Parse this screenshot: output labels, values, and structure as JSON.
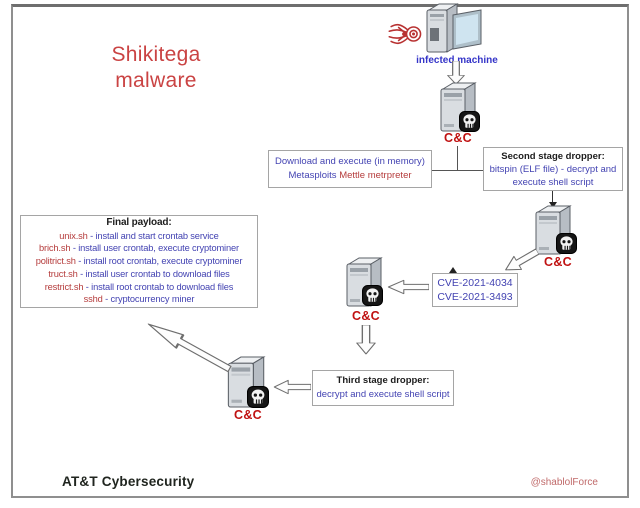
{
  "title": {
    "line1": "Shikitega",
    "line2": "malware"
  },
  "labels": {
    "infected_machine": "infected machine",
    "cc": "C&C"
  },
  "boxes": {
    "download": {
      "line1": "Download and execute (in memory)",
      "line2_blue": "Metasploits",
      "line2_red": "Mettle metrpreter"
    },
    "second_stage": {
      "title": "Second stage dropper:",
      "line2": "bitspin (ELF file) - decrypt and",
      "line3": "execute shell script"
    },
    "cve": {
      "line1": "CVE-2021-4034",
      "line2": "CVE-2021-3493"
    },
    "third_stage": {
      "title": "Third stage dropper:",
      "line2": "decrypt and execute shell script"
    },
    "final_payload": {
      "title": "Final payload:",
      "items": [
        {
          "name": "unix.sh",
          "desc": "- install and start crontab service"
        },
        {
          "name": "brich.sh",
          "desc": "- install user crontab, execute cryptominer"
        },
        {
          "name": "politrict.sh",
          "desc": "- install root crontab, execute cryptominer"
        },
        {
          "name": "truct.sh",
          "desc": "- install user crontab to download files"
        },
        {
          "name": "restrict.sh",
          "desc": "- install root crontab to download files"
        },
        {
          "name": "sshd",
          "desc": "- cryptocurrency miner"
        }
      ]
    }
  },
  "footer": {
    "brand": "AT&T Cybersecurity",
    "credit": "@shablolForce"
  },
  "icons": {
    "bug": "bug-icon",
    "infected_pc": "computer-with-monitor-icon",
    "server": "server-tower-icon",
    "skull": "skull-badge-icon",
    "hollow_arrow": "hollow-arrow-icon"
  },
  "colors": {
    "title_red": "#ca4343",
    "cc_red": "#c01212",
    "text_blue": "#4343b2",
    "text_red": "#b53c3c",
    "infected_blue": "#3434c8",
    "credit_red": "#c06a6a",
    "frame_gray": "#8f8f8f"
  }
}
